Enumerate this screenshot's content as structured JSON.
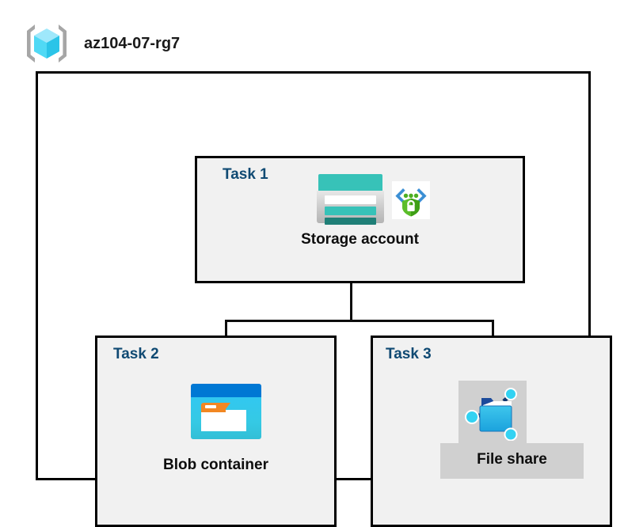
{
  "diagram": {
    "title": "az104-07-rg7",
    "icon": "resource-group-icon",
    "frame_border_color": "#000000",
    "task_label_color": "#104a73",
    "box_fill_color": "#f1f1f1",
    "tasks": [
      {
        "id": "task1",
        "label": "Task 1",
        "node_caption": "Storage account",
        "icons": [
          "storage-account-icon",
          "secure-shield-icon"
        ]
      },
      {
        "id": "task2",
        "label": "Task 2",
        "node_caption": "Blob container",
        "icons": [
          "blob-container-icon"
        ]
      },
      {
        "id": "task3",
        "label": "Task 3",
        "node_caption": "File share",
        "icons": [
          "file-share-icon"
        ]
      }
    ],
    "connections": [
      {
        "from": "task1",
        "to": "task2"
      },
      {
        "from": "task1",
        "to": "task3"
      }
    ]
  }
}
